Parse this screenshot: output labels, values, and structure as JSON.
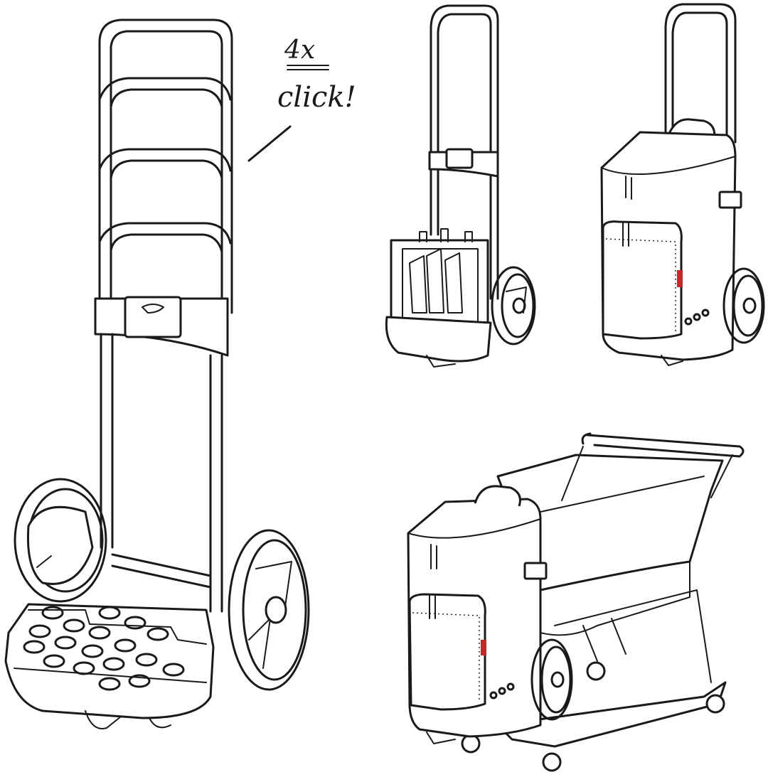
{
  "annotation": {
    "count": "4x",
    "action": "click!"
  },
  "colors": {
    "line": "#1a1a1a",
    "background": "#ffffff",
    "brand_tag": "#c62828"
  },
  "illustrations": [
    "foldable-trolley-frame",
    "trolley-with-bottle-crate",
    "trolley-with-shopping-bag",
    "shopping-bag-on-shopping-cart"
  ]
}
